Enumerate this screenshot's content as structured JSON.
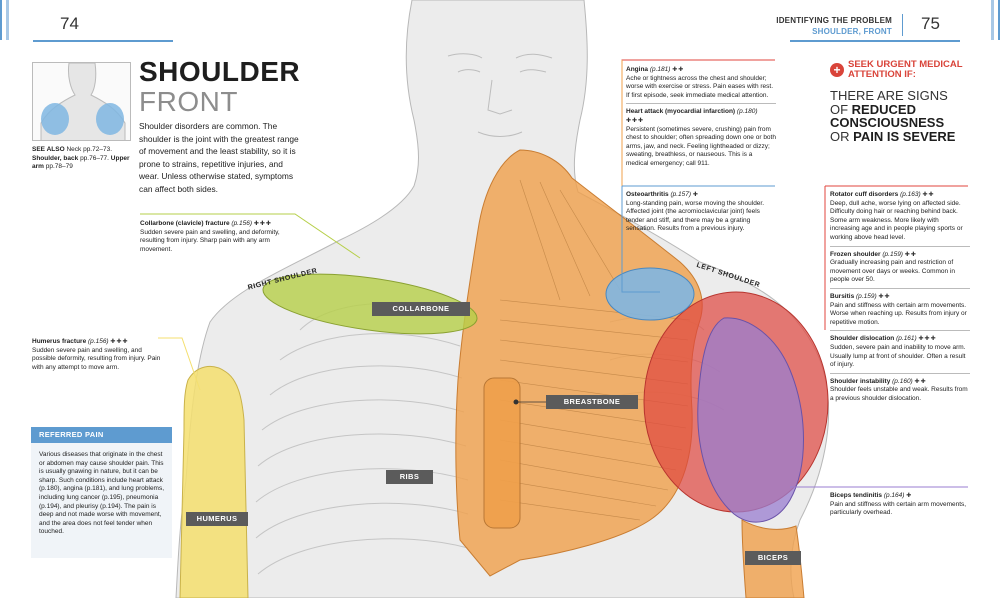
{
  "header": {
    "page_left": "74",
    "page_right": "75",
    "section": "IDENTIFYING THE PROBLEM",
    "subsection": "SHOULDER, FRONT"
  },
  "title": {
    "line1": "SHOULDER",
    "line2": "FRONT"
  },
  "intro": "Shoulder disorders are common. The shoulder is the joint with the greatest range of movement and the least stability, so it is prone to strains, repetitive injuries, and wear. Unless otherwise stated, symptoms can affect both sides.",
  "see_also": {
    "label": "SEE ALSO",
    "items": [
      {
        "name": "Neck",
        "pages": "pp.72–73."
      },
      {
        "name": "Shoulder, back",
        "pages": "pp.76–77."
      },
      {
        "name": "Upper arm",
        "pages": "pp.78–79"
      }
    ]
  },
  "warning": {
    "icon": "+",
    "heading_line1": "SEEK URGENT MEDICAL",
    "heading_line2": "ATTENTION IF:",
    "body": [
      "THERE ARE SIGNS",
      "OF ",
      "REDUCED",
      "CONSCIOUSNESS",
      "OR ",
      "PAIN IS SEVERE"
    ]
  },
  "referred_pain": {
    "heading": "REFERRED PAIN",
    "text": "Various diseases that originate in the chest or abdomen may cause shoulder pain. This is usually gnawing in nature, but it can be sharp. Such conditions include heart attack (p.180), angina (p.181), and lung problems, including lung cancer (p.195), pneumonia (p.194), and pleurisy (p.194). The pain is deep and not made worse with movement, and the area does not feel tender when touched."
  },
  "labels": {
    "collarbone": "COLLARBONE",
    "breastbone": "BREASTBONE",
    "ribs": "RIBS",
    "humerus": "HUMERUS",
    "biceps": "BICEPS",
    "right_shoulder": "RIGHT SHOULDER",
    "left_shoulder": "LEFT SHOULDER"
  },
  "severity_icons": {
    "one": "✚",
    "two": "✚✚",
    "three": "✚✚✚"
  },
  "colors": {
    "accent_blue": "#5e9bd0",
    "collarbone_green": "#b6cf49",
    "humerus_yellow": "#f4df6f",
    "breastbone_orange": "#f0a04b",
    "rotator_red": "#e0463e",
    "osteo_blue": "#7fb6e2",
    "biceps_purple": "#9a7ed0"
  },
  "conditions": {
    "collarbone_fracture": {
      "name": "Collarbone (clavicle) fracture",
      "page": "(p.156)",
      "desc": "Sudden severe pain and swelling, and deformity, resulting from injury. Sharp pain with any arm movement."
    },
    "humerus_fracture": {
      "name": "Humerus fracture",
      "page": "(p.156)",
      "desc": "Sudden severe pain and swelling, and possible deformity, resulting from injury. Pain with any attempt to move arm."
    },
    "angina": {
      "name": "Angina",
      "page": "(p.181)",
      "desc": "Ache or tightness across the chest and shoulder; worse with exercise or stress. Pain eases with rest. If first episode, seek immediate medical attention."
    },
    "heart_attack": {
      "name": "Heart attack (myocardial infarction)",
      "page": "(p.180)",
      "desc": "Persistent (sometimes severe, crushing) pain from chest to shoulder; often spreading down one or both arms, jaw, and neck. Feeling lightheaded or dizzy; sweating, breathless, or nauseous. This is a medical emergency; call 911."
    },
    "osteoarthritis": {
      "name": "Osteoarthritis",
      "page": "(p.157)",
      "desc": "Long-standing pain, worse moving the shoulder. Affected joint (the acromioclavicular joint) feels tender and stiff, and there may be a grating sensation. Results from a previous injury."
    },
    "rotator_cuff": {
      "name": "Rotator cuff disorders",
      "page": "(p.163)",
      "desc": "Deep, dull ache, worse lying on affected side. Difficulty doing hair or reaching behind back. Some arm weakness. More likely with increasing age and in people playing sports or working above head level."
    },
    "frozen_shoulder": {
      "name": "Frozen shoulder",
      "page": "(p.159)",
      "desc": "Gradually increasing pain and restriction of movement over days or weeks. Common in people over 50."
    },
    "bursitis": {
      "name": "Bursitis",
      "page": "(p.159)",
      "desc": "Pain and stiffness with certain arm movements. Worse when reaching up. Results from injury or repetitive motion."
    },
    "dislocation": {
      "name": "Shoulder dislocation",
      "page": "(p.161)",
      "desc": "Sudden, severe pain and inability to move arm. Usually lump at front of shoulder. Often a result of injury."
    },
    "instability": {
      "name": "Shoulder instability",
      "page": "(p.160)",
      "desc": "Shoulder feels unstable and weak. Results from a previous shoulder dislocation."
    },
    "biceps_tendinitis": {
      "name": "Biceps tendinitis",
      "page": "(p.164)",
      "desc": "Pain and stiffness with certain arm movements, particularly overhead."
    }
  }
}
